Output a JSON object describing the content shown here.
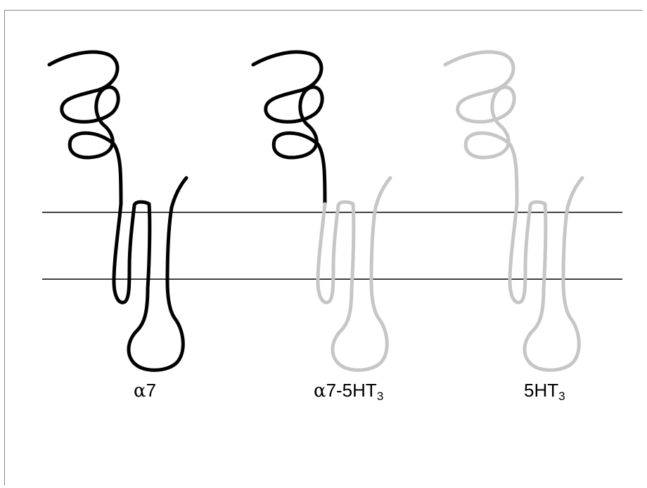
{
  "colors": {
    "alpha7": "#000000",
    "ht3": "#c6c6c6",
    "membrane": "#000000"
  },
  "receptors": [
    {
      "id": "alpha7",
      "label_greek": "α",
      "label_text": "7",
      "label_sub": "",
      "n_terminal_color": "alpha7",
      "transmembrane_color": "alpha7"
    },
    {
      "id": "chimera",
      "label_greek": "α",
      "label_text": "7-5HT",
      "label_sub": "3",
      "n_terminal_color": "alpha7",
      "transmembrane_color": "ht3"
    },
    {
      "id": "5ht3",
      "label_greek": "",
      "label_text": "5HT",
      "label_sub": "3",
      "n_terminal_color": "ht3",
      "transmembrane_color": "ht3"
    }
  ]
}
